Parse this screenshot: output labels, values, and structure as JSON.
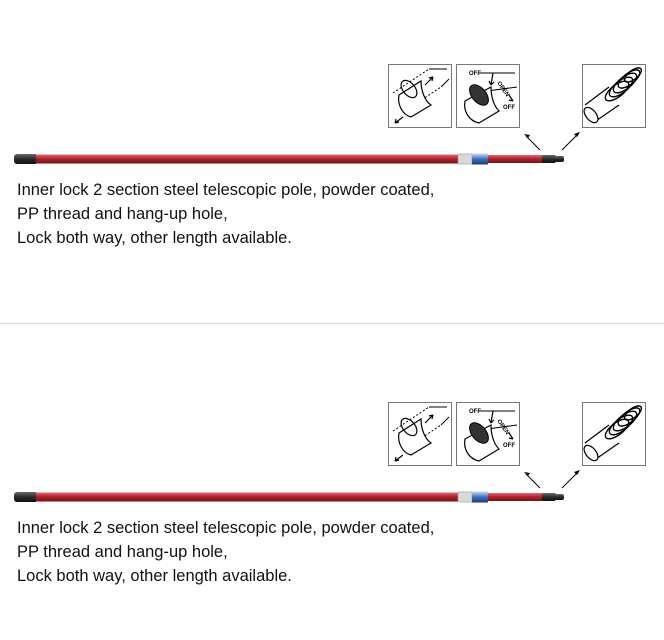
{
  "products": [
    {
      "lock_labels": {
        "off_top": "OFF",
        "open": "OPEN",
        "off_bottom": "OFF"
      },
      "description": [
        "Inner lock 2 section steel telescopic pole, powder coated,",
        "PP thread and hang-up hole,",
        "Lock both way, other length available."
      ]
    },
    {
      "lock_labels": {
        "off_top": "OFF",
        "open": "OPEN",
        "off_bottom": "OFF"
      },
      "description": [
        "Inner lock 2 section steel telescopic pole, powder coated,",
        "PP thread and hang-up hole,",
        "Lock both way, other length available."
      ]
    }
  ],
  "colors": {
    "pole_red": "#b5232e",
    "pole_highlight": "#e36a72",
    "end_cap": "#2b2b2b",
    "lock_ring": "#3f6fbf",
    "text": "#111111",
    "separator": "#d8d8d8"
  }
}
